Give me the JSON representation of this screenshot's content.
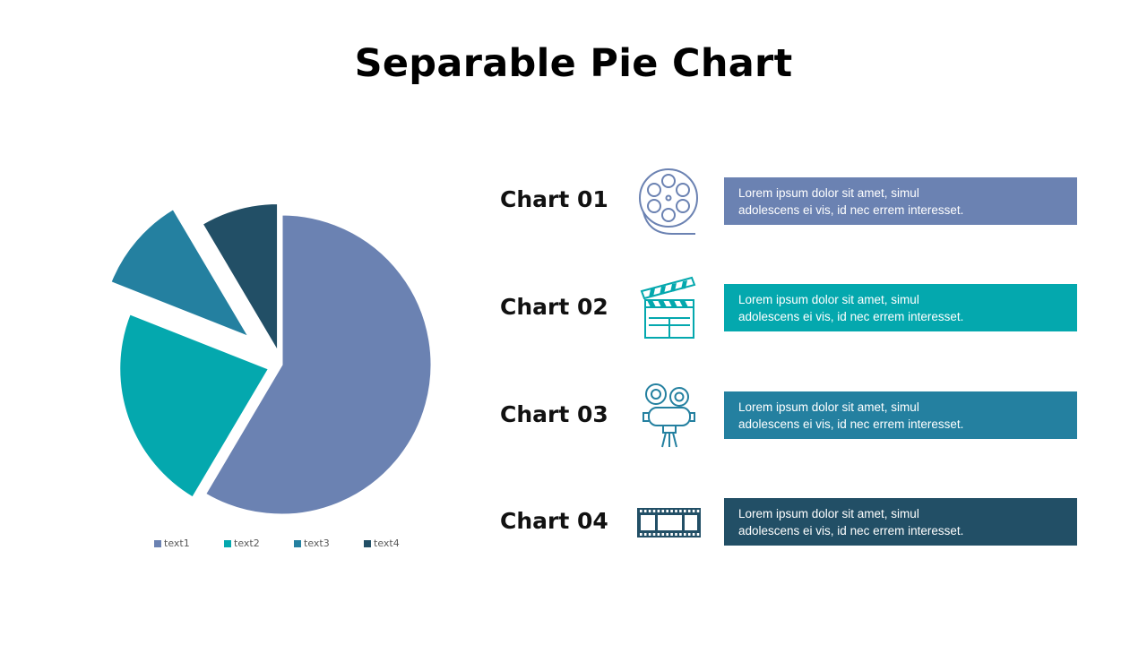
{
  "title": "Separable Pie Chart",
  "chart_data": {
    "type": "pie",
    "title": "Separable Pie Chart",
    "exploded": true,
    "start_angle": "12 o'clock, clockwise",
    "categories": [
      "text1",
      "text2",
      "text3",
      "text4"
    ],
    "values": [
      58.5,
      22.5,
      10.5,
      8.5
    ],
    "colors": [
      "#6B82B2",
      "#04A8AE",
      "#2480A0",
      "#224F66"
    ],
    "legend": {
      "position": "bottom",
      "entries": [
        "text1",
        "text2",
        "text3",
        "text4"
      ]
    }
  },
  "rows": [
    {
      "label": "Chart 01",
      "icon": "film-reel-icon",
      "color": "#6B82B2",
      "line1": "Lorem ipsum dolor sit amet, simul",
      "line2": "adolescens ei vis, id nec errem  interesset."
    },
    {
      "label": "Chart 02",
      "icon": "clapperboard-icon",
      "color": "#04A8AE",
      "line1": "Lorem ipsum dolor sit amet, simul",
      "line2": "adolescens ei vis, id nec errem  interesset."
    },
    {
      "label": "Chart 03",
      "icon": "movie-camera-icon",
      "color": "#2480A0",
      "line1": "Lorem ipsum dolor sit amet, simul",
      "line2": "adolescens ei vis, id nec errem  interesset."
    },
    {
      "label": "Chart 04",
      "icon": "film-strip-icon",
      "color": "#224F66",
      "line1": "Lorem ipsum dolor sit amet, simul",
      "line2": "adolescens ei vis, id nec errem  interesset."
    }
  ]
}
